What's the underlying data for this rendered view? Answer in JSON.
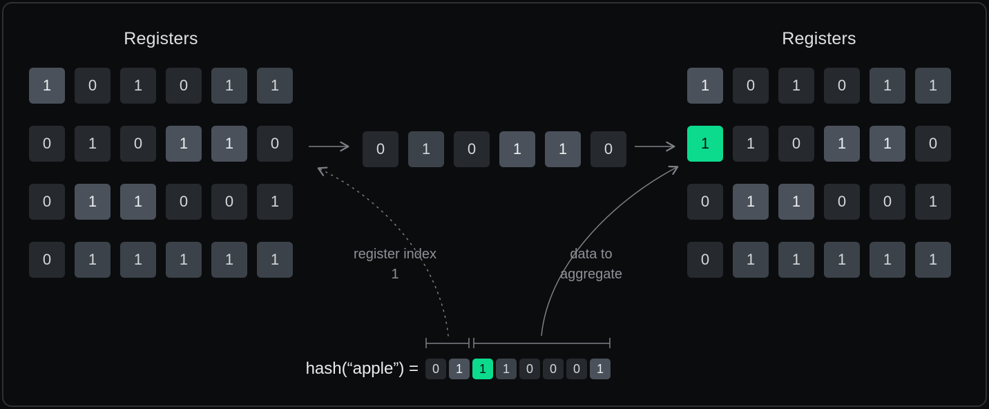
{
  "colors": {
    "bg": "#0b0c0e",
    "frame": "#2e3034",
    "cell_dark": "#26292e",
    "cell_mid": "#3c424a",
    "cell_light": "#4b515b",
    "green": "#0cdb8e",
    "arrow": "#7e8187",
    "text_main": "#dfe0e2",
    "text_dim": "#8e9197",
    "hash_text": "#e9eaec"
  },
  "left_registers": {
    "title": "Registers",
    "rows": [
      [
        {
          "v": "1",
          "t": "light"
        },
        {
          "v": "0",
          "t": "dark"
        },
        {
          "v": "1",
          "t": "dark"
        },
        {
          "v": "0",
          "t": "dark"
        },
        {
          "v": "1",
          "t": "mid"
        },
        {
          "v": "1",
          "t": "mid"
        }
      ],
      [
        {
          "v": "0",
          "t": "dark"
        },
        {
          "v": "1",
          "t": "dark"
        },
        {
          "v": "0",
          "t": "dark"
        },
        {
          "v": "1",
          "t": "light"
        },
        {
          "v": "1",
          "t": "light"
        },
        {
          "v": "0",
          "t": "dark"
        }
      ],
      [
        {
          "v": "0",
          "t": "dark"
        },
        {
          "v": "1",
          "t": "light"
        },
        {
          "v": "1",
          "t": "light"
        },
        {
          "v": "0",
          "t": "dark"
        },
        {
          "v": "0",
          "t": "dark"
        },
        {
          "v": "1",
          "t": "dark"
        }
      ],
      [
        {
          "v": "0",
          "t": "dark"
        },
        {
          "v": "1",
          "t": "mid"
        },
        {
          "v": "1",
          "t": "mid"
        },
        {
          "v": "1",
          "t": "mid"
        },
        {
          "v": "1",
          "t": "mid"
        },
        {
          "v": "1",
          "t": "mid"
        }
      ]
    ]
  },
  "incoming_row": {
    "cells": [
      {
        "v": "0",
        "t": "dark"
      },
      {
        "v": "1",
        "t": "mid"
      },
      {
        "v": "0",
        "t": "dark"
      },
      {
        "v": "1",
        "t": "light"
      },
      {
        "v": "1",
        "t": "light"
      },
      {
        "v": "0",
        "t": "dark"
      }
    ]
  },
  "right_registers": {
    "title": "Registers",
    "rows": [
      [
        {
          "v": "1",
          "t": "light"
        },
        {
          "v": "0",
          "t": "dark"
        },
        {
          "v": "1",
          "t": "dark"
        },
        {
          "v": "0",
          "t": "dark"
        },
        {
          "v": "1",
          "t": "mid"
        },
        {
          "v": "1",
          "t": "mid"
        }
      ],
      [
        {
          "v": "1",
          "t": "green"
        },
        {
          "v": "1",
          "t": "dark"
        },
        {
          "v": "0",
          "t": "dark"
        },
        {
          "v": "1",
          "t": "light"
        },
        {
          "v": "1",
          "t": "light"
        },
        {
          "v": "0",
          "t": "dark"
        }
      ],
      [
        {
          "v": "0",
          "t": "dark"
        },
        {
          "v": "1",
          "t": "light"
        },
        {
          "v": "1",
          "t": "light"
        },
        {
          "v": "0",
          "t": "dark"
        },
        {
          "v": "0",
          "t": "dark"
        },
        {
          "v": "1",
          "t": "dark"
        }
      ],
      [
        {
          "v": "0",
          "t": "dark"
        },
        {
          "v": "1",
          "t": "mid"
        },
        {
          "v": "1",
          "t": "mid"
        },
        {
          "v": "1",
          "t": "mid"
        },
        {
          "v": "1",
          "t": "mid"
        },
        {
          "v": "1",
          "t": "mid"
        }
      ]
    ]
  },
  "labels": {
    "register_index": "register index 1",
    "data_to_aggregate": "data to aggregate"
  },
  "hash": {
    "expression": "hash(“apple”) =",
    "bits": [
      {
        "v": "0",
        "t": "dark"
      },
      {
        "v": "1",
        "t": "light"
      },
      {
        "v": "1",
        "t": "green"
      },
      {
        "v": "1",
        "t": "mid"
      },
      {
        "v": "0",
        "t": "dark"
      },
      {
        "v": "0",
        "t": "dark"
      },
      {
        "v": "0",
        "t": "dark"
      },
      {
        "v": "1",
        "t": "light"
      }
    ]
  }
}
